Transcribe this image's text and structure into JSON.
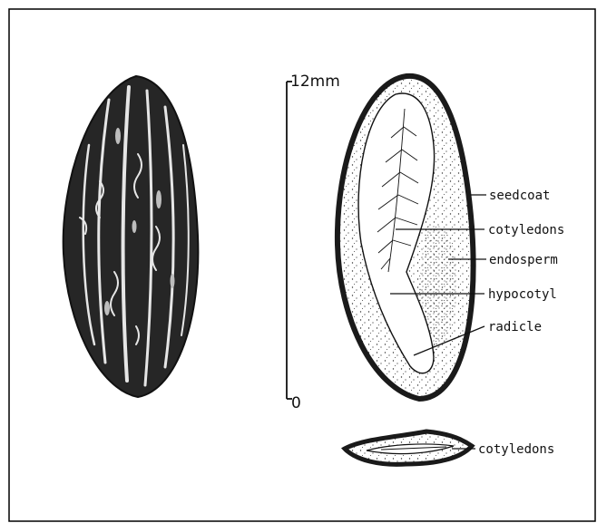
{
  "scale": {
    "top_label": "12mm",
    "bottom_label": "0"
  },
  "labels": {
    "seedcoat": "seedcoat",
    "cotyledons": "cotyledons",
    "endosperm": "endosperm",
    "hypocotyl": "hypocotyl",
    "radicle": "radicle",
    "cotyledons_cross_section": "cotyledons"
  },
  "colors": {
    "ink": "#111111",
    "seed_dark": "#262626",
    "background": "#ffffff"
  }
}
